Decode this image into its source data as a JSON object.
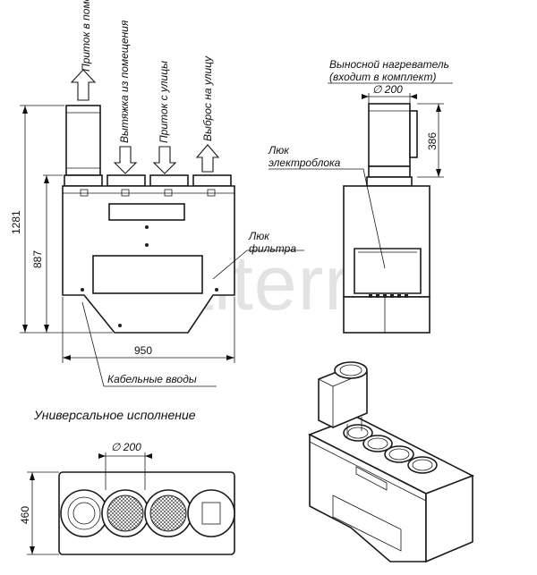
{
  "watermark": "Valterra",
  "airflow_labels": {
    "supply_to_room": "Приток в помещение",
    "exhaust_from_room": "Вытяжка из помещения",
    "supply_from_street": "Приток с улицы",
    "exhaust_to_street": "Выброс на улицу"
  },
  "heater_label": "Выносной нагреватель (входит в комплект)",
  "electro_hatch_label": "Люк электроблока",
  "filter_hatch_label": "Люк фильтра",
  "cable_entries_label": "Кабельные вводы",
  "universal_version_label": "Универсальное исполнение",
  "dimensions": {
    "total_height": "1281",
    "body_height": "887",
    "width": "950",
    "heater_diameter": "∅ 200",
    "heater_height": "386",
    "top_diameter": "∅ 200",
    "depth": "460"
  }
}
